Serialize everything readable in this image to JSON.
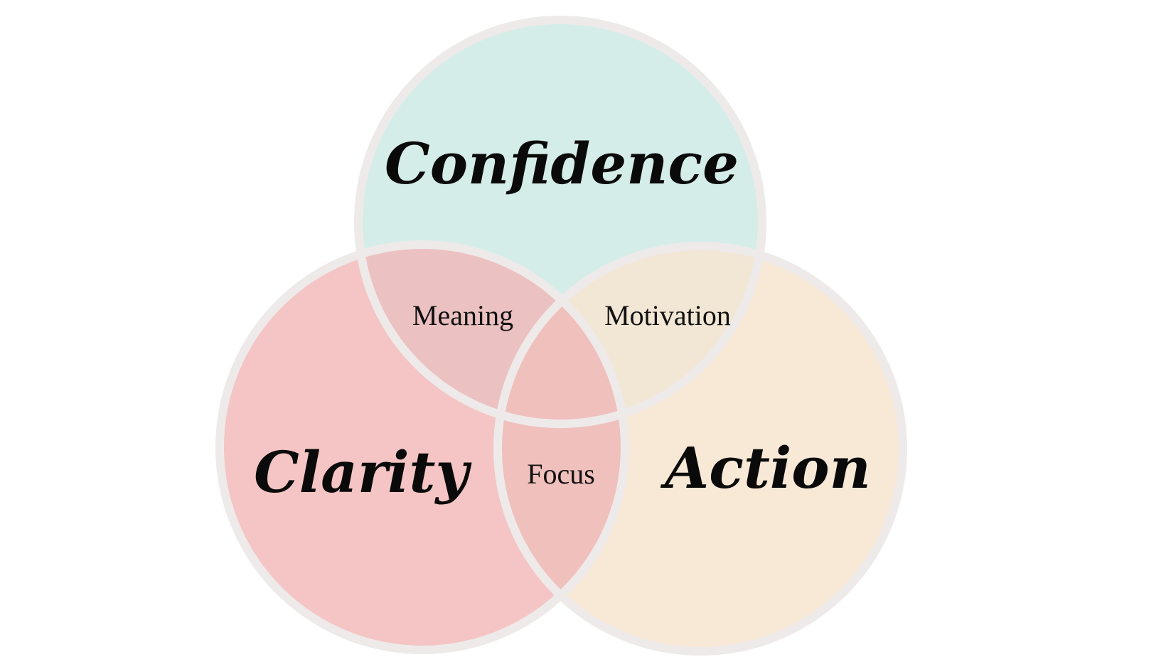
{
  "diagram": {
    "type": "venn",
    "sets": [
      {
        "label": "Confidence",
        "color": "#d5ede9"
      },
      {
        "label": "Clarity",
        "color": "#f4c5c4"
      },
      {
        "label": "Action",
        "color": "#f8e9d7"
      }
    ],
    "intersections": [
      {
        "sets": [
          "Confidence",
          "Clarity"
        ],
        "label": "Meaning",
        "color": "#ebc2c1"
      },
      {
        "sets": [
          "Confidence",
          "Action"
        ],
        "label": "Motivation",
        "color": "#f2e6d5"
      },
      {
        "sets": [
          "Clarity",
          "Action"
        ],
        "label": "Focus",
        "color": "#f0c0bd"
      },
      {
        "sets": [
          "Confidence",
          "Clarity",
          "Action"
        ],
        "label": "",
        "color": "#f0c0bd"
      }
    ],
    "stroke_color": "#eeeaea"
  }
}
